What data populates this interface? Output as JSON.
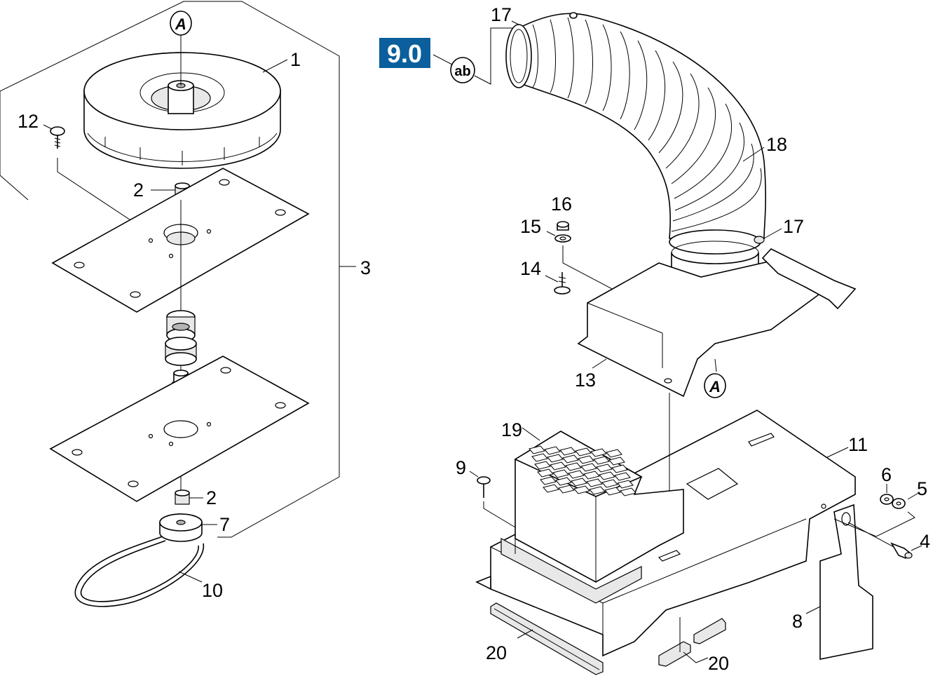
{
  "ref_badge": {
    "text": "9.0",
    "color": "#0a5f9c"
  },
  "markers": {
    "a_top": "A",
    "a_bottom": "A",
    "ab": "ab"
  },
  "callouts": {
    "c1": "1",
    "c2a": "2",
    "c2b": "2",
    "c3": "3",
    "c4": "4",
    "c5": "5",
    "c6": "6",
    "c7": "7",
    "c8": "8",
    "c9": "9",
    "c10": "10",
    "c11": "11",
    "c12": "12",
    "c13": "13",
    "c14": "14",
    "c15": "15",
    "c16": "16",
    "c17a": "17",
    "c17b": "17",
    "c18": "18",
    "c19": "19",
    "c20a": "20",
    "c20b": "20"
  }
}
